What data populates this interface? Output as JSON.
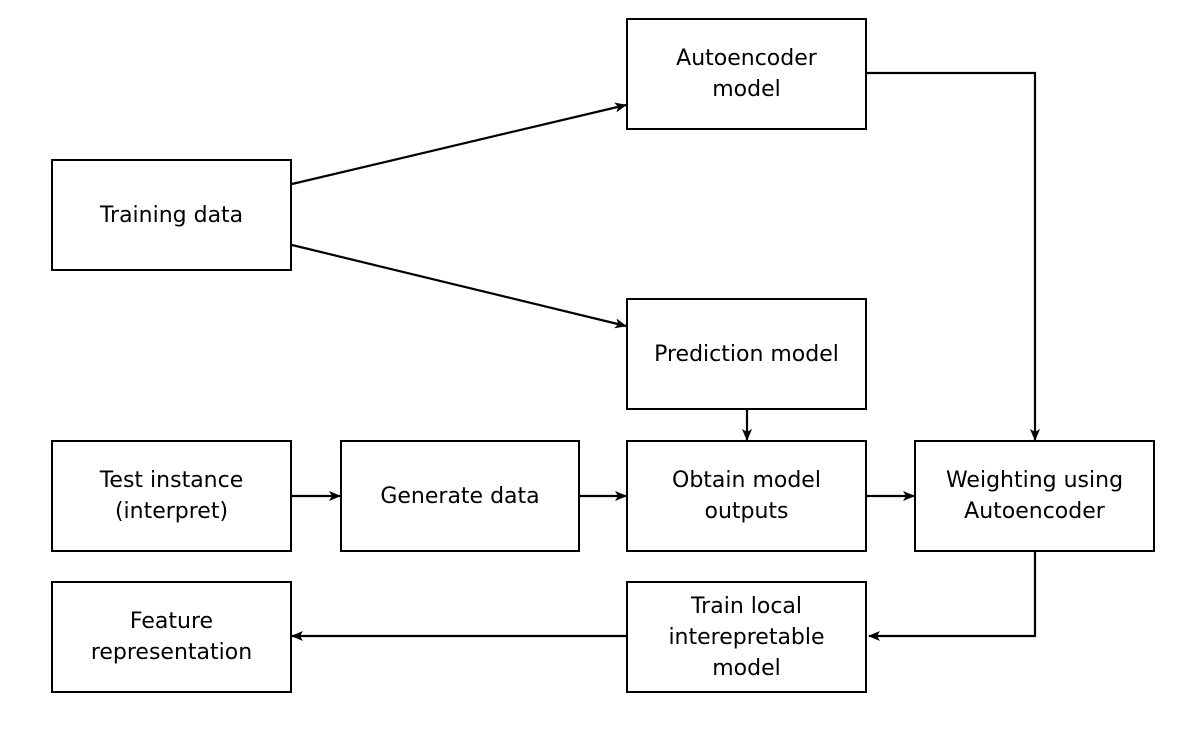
{
  "diagram": {
    "nodes": {
      "training_data": {
        "lines": [
          "Training data"
        ]
      },
      "autoencoder_model": {
        "lines": [
          "Autoencoder",
          "model"
        ]
      },
      "prediction_model": {
        "lines": [
          "Prediction model"
        ]
      },
      "test_instance": {
        "lines": [
          "Test instance",
          "(interpret)"
        ]
      },
      "generate_data": {
        "lines": [
          "Generate data"
        ]
      },
      "obtain_outputs": {
        "lines": [
          "Obtain model",
          "outputs"
        ]
      },
      "weighting": {
        "lines": [
          "Weighting using",
          "Autoencoder"
        ]
      },
      "train_local": {
        "lines": [
          "Train local",
          "interepretable",
          "model"
        ]
      },
      "feature_representation": {
        "lines": [
          "Feature",
          "representation"
        ]
      }
    },
    "edges": [
      {
        "from": "training_data",
        "to": "autoencoder_model"
      },
      {
        "from": "training_data",
        "to": "prediction_model"
      },
      {
        "from": "autoencoder_model",
        "to": "weighting"
      },
      {
        "from": "prediction_model",
        "to": "obtain_outputs"
      },
      {
        "from": "test_instance",
        "to": "generate_data"
      },
      {
        "from": "generate_data",
        "to": "obtain_outputs"
      },
      {
        "from": "obtain_outputs",
        "to": "weighting"
      },
      {
        "from": "weighting",
        "to": "train_local"
      },
      {
        "from": "train_local",
        "to": "feature_representation"
      }
    ],
    "colors": {
      "stroke": "#000000",
      "fill": "#ffffff",
      "text": "#000000"
    }
  }
}
